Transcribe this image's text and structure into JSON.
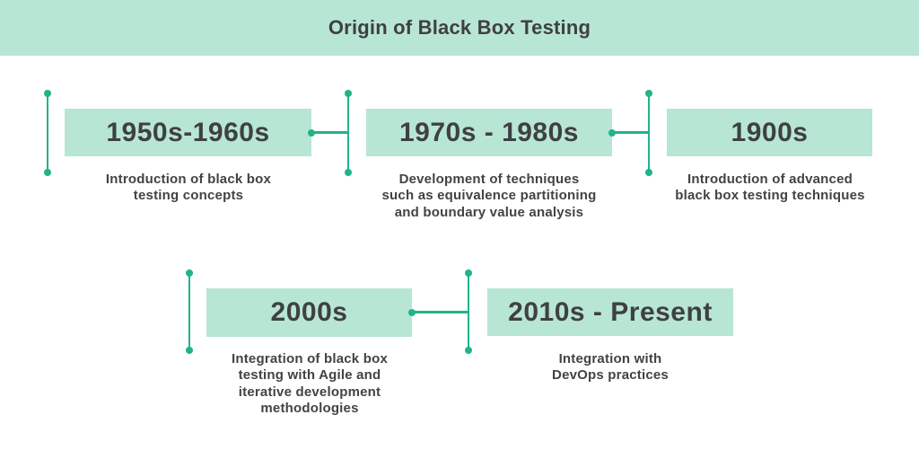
{
  "title": "Origin of Black Box Testing",
  "colors": {
    "mint": "#b8e6d4",
    "accent_green": "#21b38b",
    "text_dark": "#3f4043"
  },
  "milestones": [
    {
      "period": "1950s-1960s",
      "description": "Introduction of black box\ntesting concepts"
    },
    {
      "period": "1970s - 1980s",
      "description": "Development of techniques\nsuch as equivalence partitioning\nand boundary value analysis"
    },
    {
      "period": "1900s",
      "description": "Introduction of advanced\nblack box testing techniques"
    },
    {
      "period": "2000s",
      "description": "Integration of black box\ntesting with Agile and\niterative development\nmethodologies"
    },
    {
      "period": "2010s - Present",
      "description": "Integration with\nDevOps practices"
    }
  ]
}
